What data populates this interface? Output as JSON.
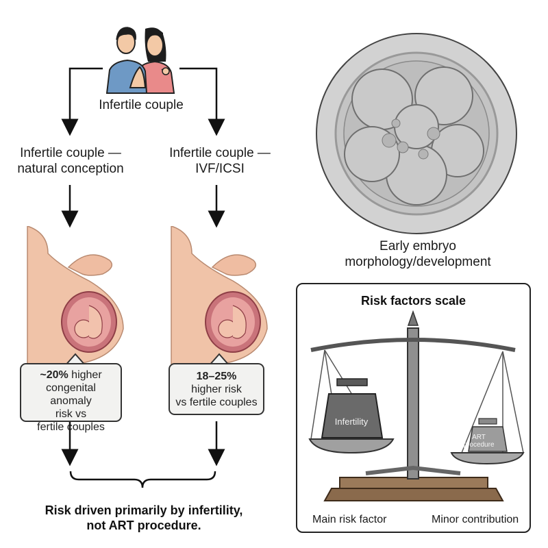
{
  "flow": {
    "top_node": "Infertile couple",
    "left_branch": [
      "Infertile couple —",
      "natural conception"
    ],
    "right_branch": [
      "Infertile couple —",
      "IVF/ICSI"
    ],
    "left_bubble": {
      "bold": "~20%",
      "rest_1": " higher",
      "line_2": "congenital anomaly",
      "line_3": "risk vs",
      "line_4": "fertile couples"
    },
    "right_bubble": {
      "bold": "18–25%",
      "line_2": "higher risk",
      "line_3": "vs fertile couples"
    },
    "conclusion": [
      "Risk driven primarily by infertility,",
      "not ART procedure."
    ]
  },
  "embryo": {
    "caption": [
      "Early embryo",
      "morphology/development"
    ]
  },
  "scale_panel": {
    "title": "Risk factors scale",
    "left_weight_label": "Infertility",
    "right_weight_label": [
      "ART",
      "procedure"
    ],
    "left_caption": "Main risk factor",
    "right_caption": "Minor contribution"
  },
  "colors": {
    "line": "#111111",
    "bubble_bg": "#f2f2f0",
    "skin": "#f0c3a8",
    "uterus": "#c9737a",
    "embryo_bg": "#cfcfcf"
  }
}
